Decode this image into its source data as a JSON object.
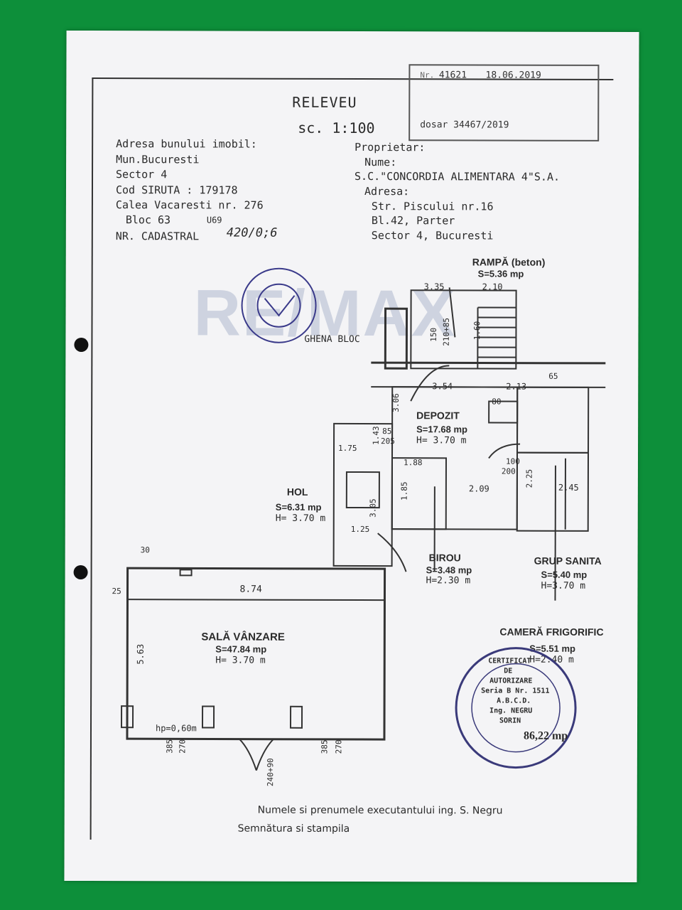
{
  "header": {
    "title": "RELEVEU",
    "scale": "sc. 1:100"
  },
  "property": {
    "label": "Adresa bunului imobil:",
    "city": "Mun.Bucuresti",
    "sector": "Sector 4",
    "siruta": "Cod SIRUTA : 179178",
    "street": "Calea Vacaresti nr. 276",
    "block": "Bloc 63",
    "block_handwritten": "U69",
    "cadastral_label": "NR. CADASTRAL",
    "cadastral_value": "420/0;6"
  },
  "owner": {
    "label": "Proprietar:",
    "name_label": "Nume:",
    "name": "S.C.\"CONCORDIA ALIMENTARA 4\"S.A.",
    "address_label": "Adresa:",
    "street": "Str. Piscului nr.16",
    "block": "Bl.42, Parter",
    "sector": "Sector 4, Bucuresti"
  },
  "registry_stamp": {
    "number": "41621",
    "date": "18.06.2019",
    "dosar": "dosar 34467/2019"
  },
  "watermark": "RE/MAX",
  "rooms": {
    "rampa": {
      "name": "RAMPĂ (beton)",
      "area": "S=5.36 mp"
    },
    "depozit": {
      "name": "DEPOZIT",
      "area": "S=17.68 mp",
      "height": "H= 3.70 m"
    },
    "hol": {
      "name": "HOL",
      "area": "S=6.31 mp",
      "height": "H= 3.70 m"
    },
    "birou": {
      "name": "BIROU",
      "area": "S=3.48 mp",
      "height": "H=2.30 m"
    },
    "grup": {
      "name": "GRUP SANITA",
      "area": "S=5.40 mp",
      "height": "H=3.70 m"
    },
    "camera": {
      "name": "CAMERĂ FRIGORIFIC",
      "area": "S=5.51 mp",
      "height": "H=2.40 m"
    },
    "sala": {
      "name": "SALĂ VÂNZARE",
      "area": "S=47.84 mp",
      "height": "H= 3.70 m"
    },
    "ghena": {
      "name": "GHENA BLOC"
    }
  },
  "dimensions": {
    "d335": "3.35",
    "d210": "2.10",
    "d160": "1.60",
    "d150": "150",
    "d21085": "210+85",
    "d354": "3.54",
    "d213": "2.13",
    "d306": "3.06",
    "d175": "1.75",
    "d143": "1.43",
    "d85": "85",
    "d205": "205",
    "d188": "1.88",
    "d185": "1.85",
    "d209": "2.09",
    "d225": "2.25",
    "d245": "2.45",
    "d305": "3.05",
    "d125": "1.25",
    "d874": "8.74",
    "d563": "5.63",
    "d30": "30",
    "d25": "25",
    "d385": "385",
    "d270": "270",
    "d24090": "240+90",
    "hp": "hp=0,60m",
    "d100": "100",
    "d200": "200",
    "d80": "80",
    "d65": "65"
  },
  "total_area": "86,22 mp",
  "cert_stamp": {
    "line1": "CERTIFICAT",
    "line2": "DE",
    "line3": "AUTORIZARE",
    "line4": "Seria B Nr. 1511",
    "line5": "A.B.C.D.",
    "line6": "Ing. NEGRU",
    "line7": "SORIN"
  },
  "footer": {
    "executant": "Numele si prenumele executantului ing. S. Negru",
    "signature": "Semnătura si stampila"
  }
}
